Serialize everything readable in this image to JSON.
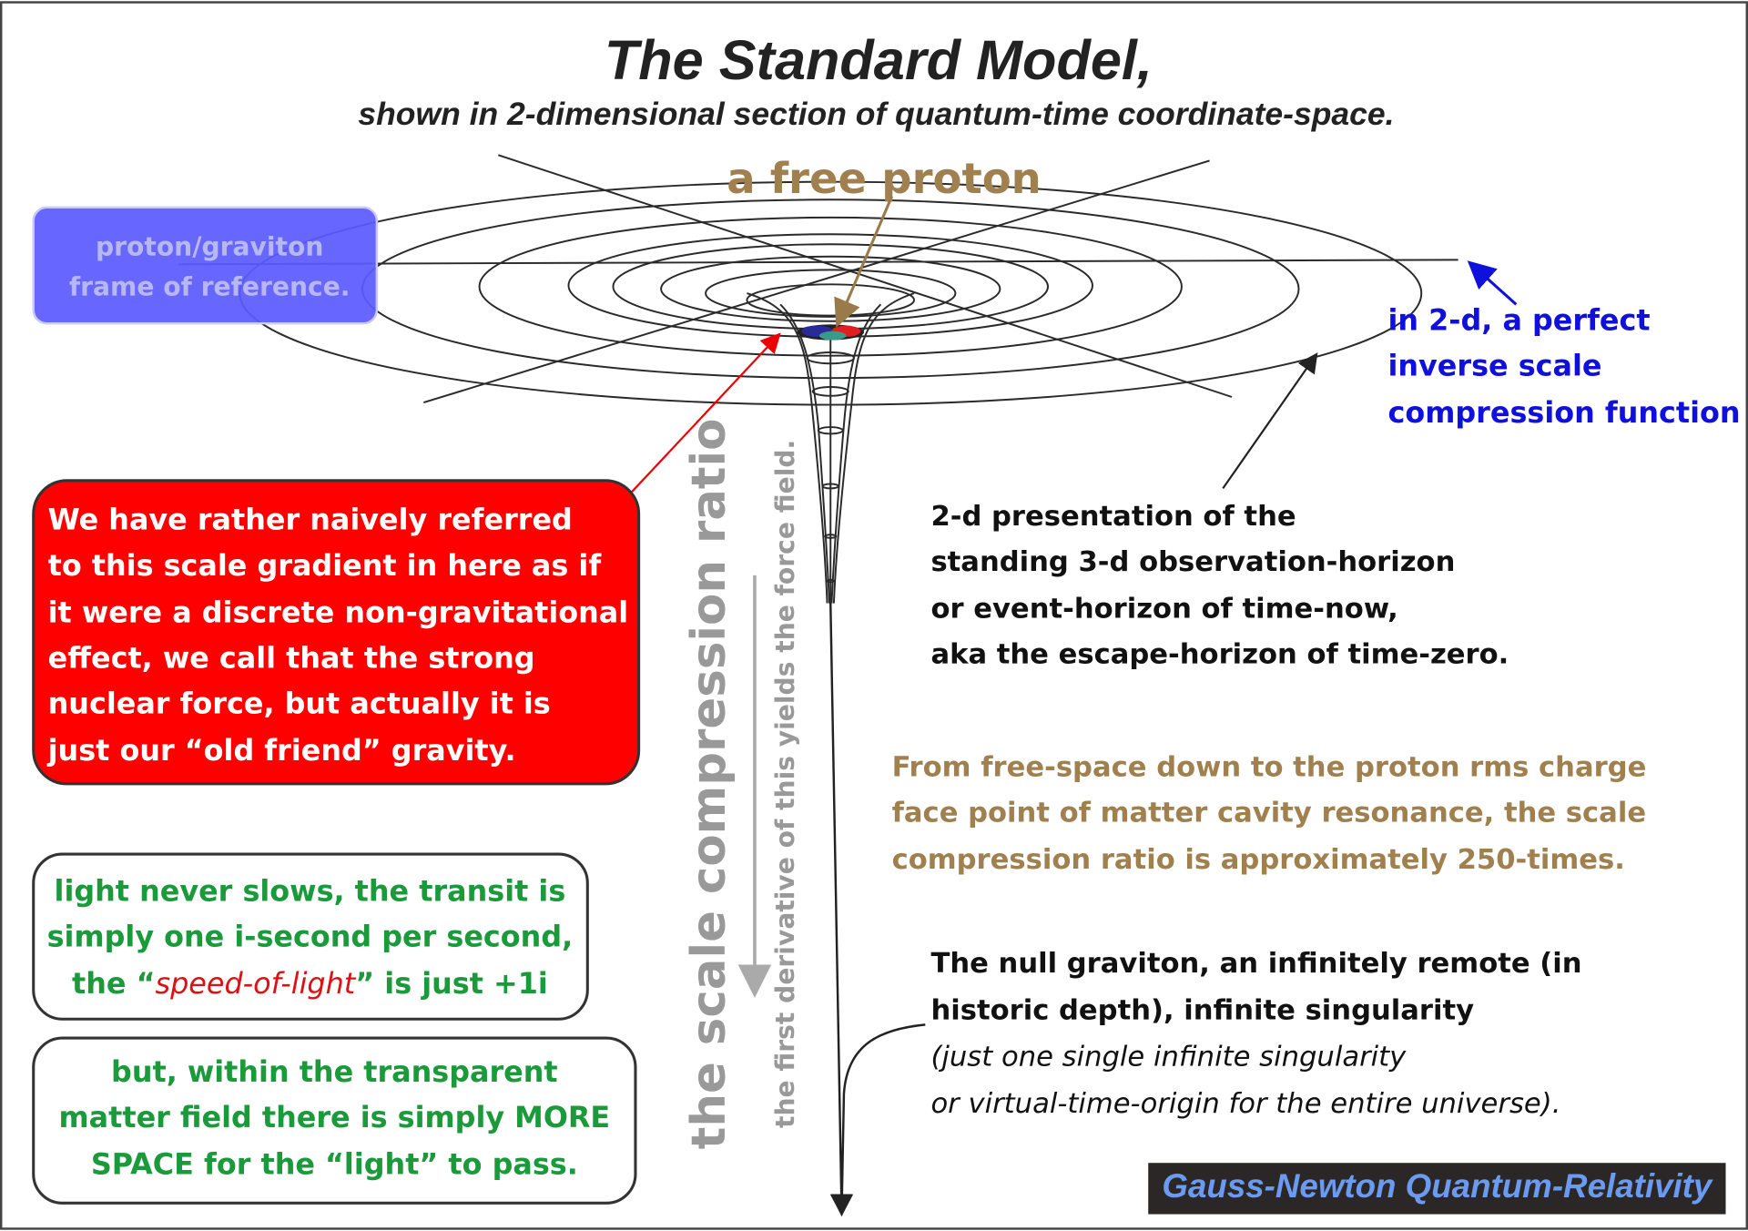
{
  "title": "The Standard Model,",
  "subtitle": "shown in 2-dimensional section of quantum-time coordinate-space.",
  "proton_label": "a free proton",
  "frame_box": [
    "proton/graviton",
    "frame of reference."
  ],
  "red_box": [
    "We have rather naively referred",
    "to this scale gradient in here as if",
    "it were a discrete non-gravitational",
    "effect, we call that the strong",
    "nuclear force, but actually it is",
    "just our “old friend” gravity."
  ],
  "green_box_1": {
    "line1": "light never slows, the transit is",
    "line2": "simply one i-second per second,",
    "line3_pre": "the “",
    "line3_red": "speed-of-light",
    "line3_post": "” is just +1i"
  },
  "green_box_2": [
    "but, within the transparent",
    "matter field there is simply MORE",
    "SPACE for the “light” to pass."
  ],
  "vertical_main": "the scale compression ratio",
  "vertical_sub": "the first derivative of this yields the force field.",
  "blue_note": [
    "in 2-d, a perfect",
    "inverse scale",
    "compression function"
  ],
  "horizon_note": [
    "2-d presentation of the",
    "standing 3-d observation-horizon",
    "or event-horizon of time-now,",
    "aka the escape-horizon of time-zero."
  ],
  "ratio_note": [
    "From free-space down to the proton rms charge",
    "face point of matter cavity resonance, the scale",
    "compression ratio is approximately 250-times."
  ],
  "graviton_note": {
    "bold": [
      "The null graviton, an infinitely remote (in",
      "historic depth), infinite singularity"
    ],
    "italic": [
      "(just one single infinite singularity",
      "or virtual-time-origin for the entire universe)."
    ]
  },
  "footer": "Gauss-Newton Quantum-Relativity",
  "colors": {
    "red_box": "#ff0000",
    "green_text": "#1a9a3a",
    "brown": "#a0804f",
    "blue_text": "#1010dd",
    "frame_box": "#5b5bff",
    "footer_bg": "#2b2726",
    "footer_text": "#6a9bf0"
  }
}
